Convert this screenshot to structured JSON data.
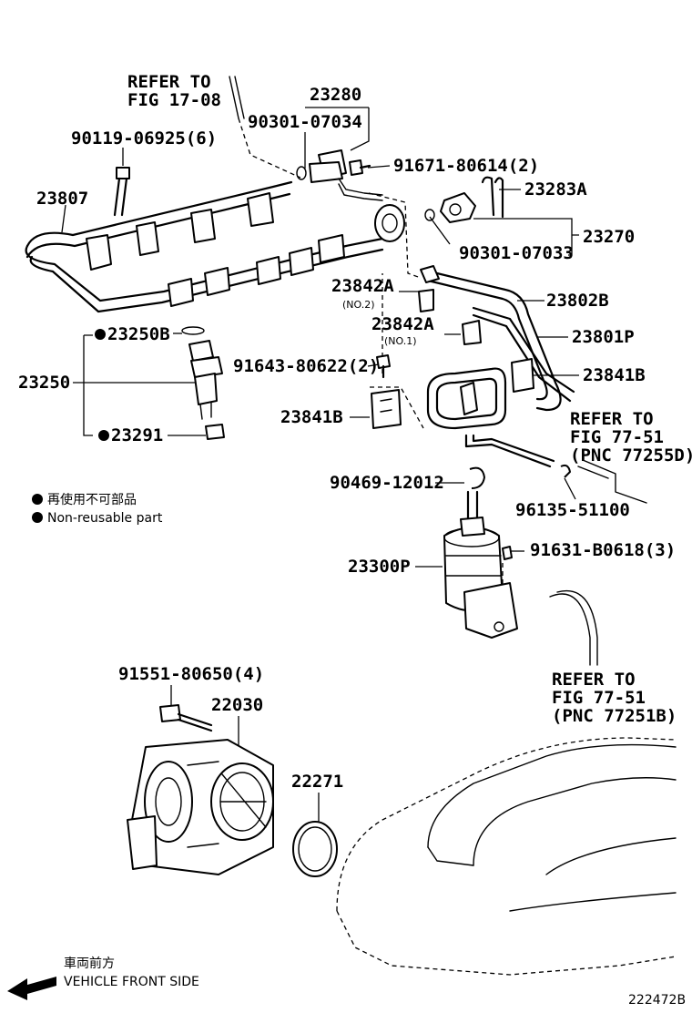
{
  "refs": {
    "fig_17_08": [
      "REFER TO",
      "FIG 17-08"
    ],
    "fig_77_51_d": [
      "REFER TO",
      "FIG 77-51",
      "(PNC 77255D)"
    ],
    "fig_77_51_b": [
      "REFER TO",
      "FIG 77-51",
      "(PNC 77251B)"
    ]
  },
  "parts": {
    "p23280": "23280",
    "p90301_07034": "90301-07034",
    "p90119": "90119-06925(6)",
    "p91671": "91671-80614(2)",
    "p23283a": "23283A",
    "p23807": "23807",
    "p90301_07033": "90301-07033",
    "p23270": "23270",
    "p23842a_no2": "23842A",
    "no2": "(NO.2)",
    "p23802b": "23802B",
    "p23842a_no1": "23842A",
    "no1": "(NO.1)",
    "p23801p": "23801P",
    "p23250b": "23250B",
    "p23250": "23250",
    "p91643": "91643-80622(2)",
    "p23841b_right": "23841B",
    "p23841b_left": "23841B",
    "p23291": "23291",
    "p90469": "90469-12012",
    "p96135": "96135-51100",
    "p23300p": "23300P",
    "p91631": "91631-B0618(3)",
    "p91551": "91551-80650(4)",
    "p22030": "22030",
    "p22271": "22271"
  },
  "legend": {
    "jp": "再使用不可部品",
    "en": "Non-reusable part"
  },
  "front": {
    "jp": "車両前方",
    "en": "VEHICLE FRONT SIDE"
  },
  "figure_id": "222472B"
}
